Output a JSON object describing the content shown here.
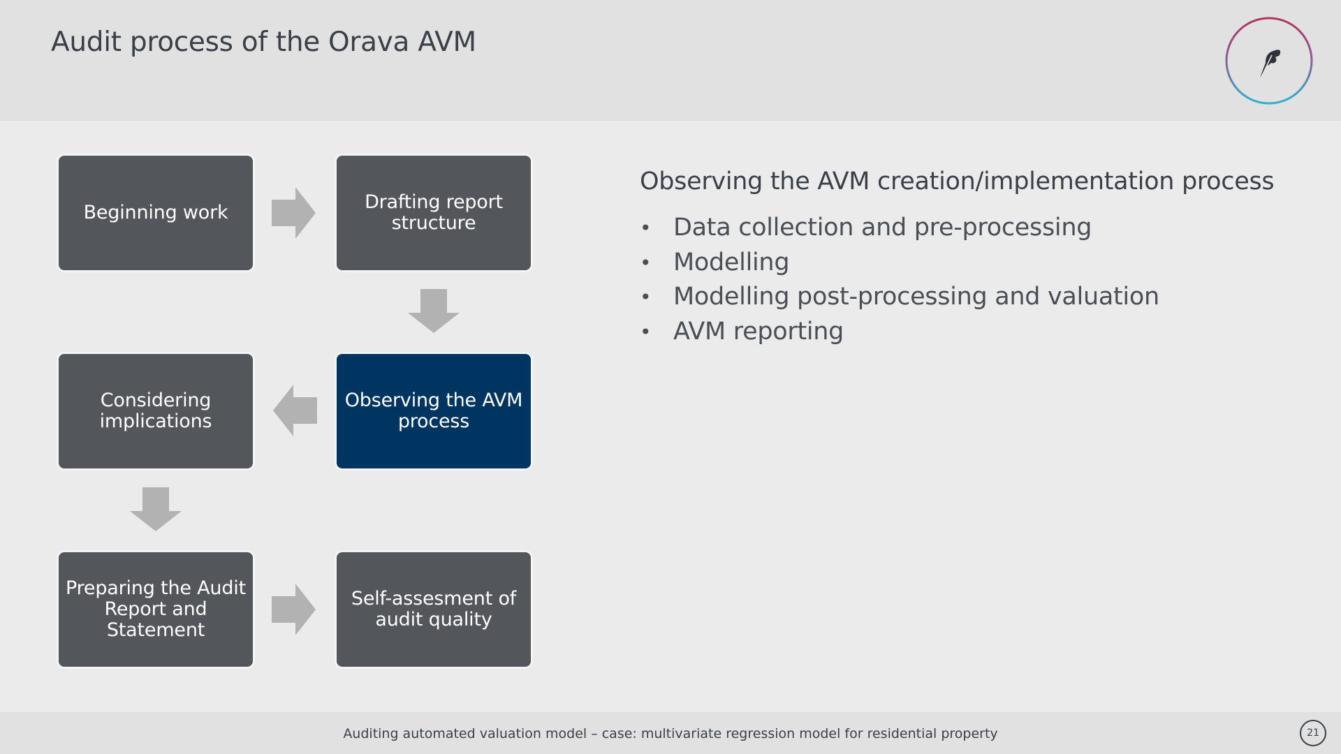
{
  "slide": {
    "title": "Audit process of the Orava AVM",
    "logo_icon": "feather-icon",
    "footer_text": "Auditing automated valuation model – case: multivariate regression model for residential property",
    "page_number": "21"
  },
  "diagram": {
    "steps": [
      {
        "label": "Beginning work"
      },
      {
        "label": "Drafting report structure"
      },
      {
        "label": "Observing the AVM process",
        "active": true
      },
      {
        "label": "Considering implications"
      },
      {
        "label": "Preparing the Audit Report and Statement"
      },
      {
        "label": "Self-assesment of audit quality"
      }
    ],
    "colors": {
      "step": "#53575c",
      "active_step": "#003461",
      "arrow": "#b2b2b2"
    }
  },
  "content": {
    "heading": "Observing the AVM creation/implementation process",
    "bullet_glyph": "•",
    "bullets": [
      "Data collection and pre-processing",
      "Modelling",
      "Modelling post-processing and valuation",
      "AVM reporting"
    ]
  }
}
